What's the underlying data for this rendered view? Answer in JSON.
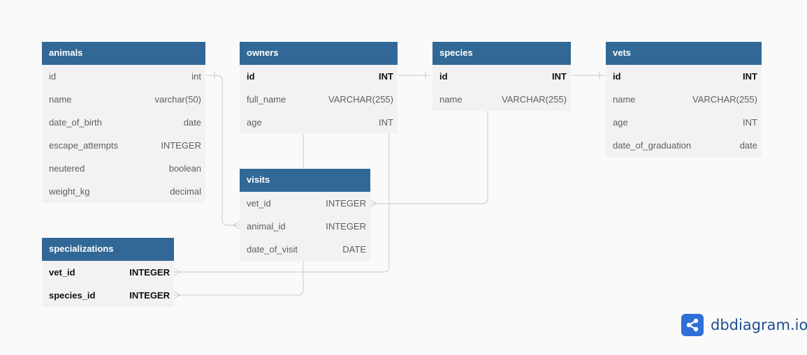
{
  "tables": {
    "animals": {
      "title": "animals",
      "rows": [
        {
          "name": "id",
          "type": "int"
        },
        {
          "name": "name",
          "type": "varchar(50)"
        },
        {
          "name": "date_of_birth",
          "type": "date"
        },
        {
          "name": "escape_attempts",
          "type": "INTEGER"
        },
        {
          "name": "neutered",
          "type": "boolean"
        },
        {
          "name": "weight_kg",
          "type": "decimal"
        }
      ]
    },
    "owners": {
      "title": "owners",
      "rows": [
        {
          "name": "id",
          "type": "INT"
        },
        {
          "name": "full_name",
          "type": "VARCHAR(255)"
        },
        {
          "name": "age",
          "type": "INT"
        }
      ]
    },
    "species": {
      "title": "species",
      "rows": [
        {
          "name": "id",
          "type": "INT"
        },
        {
          "name": "name",
          "type": "VARCHAR(255)"
        }
      ]
    },
    "vets": {
      "title": "vets",
      "rows": [
        {
          "name": "id",
          "type": "INT"
        },
        {
          "name": "name",
          "type": "VARCHAR(255)"
        },
        {
          "name": "age",
          "type": "INT"
        },
        {
          "name": "date_of_graduation",
          "type": "date"
        }
      ]
    },
    "visits": {
      "title": "visits",
      "rows": [
        {
          "name": "vet_id",
          "type": "INTEGER"
        },
        {
          "name": "animal_id",
          "type": "INTEGER"
        },
        {
          "name": "date_of_visit",
          "type": "DATE"
        }
      ]
    },
    "specializations": {
      "title": "specializations",
      "rows": [
        {
          "name": "vet_id",
          "type": "INTEGER"
        },
        {
          "name": "species_id",
          "type": "INTEGER"
        }
      ]
    }
  },
  "brand": {
    "name": "dbdiagram.io",
    "icon": "share-nodes-icon"
  },
  "colors": {
    "header": "#316896",
    "body": "#f2f2f2",
    "link": "#c8c8c8",
    "brand": "#2f6fd6"
  }
}
